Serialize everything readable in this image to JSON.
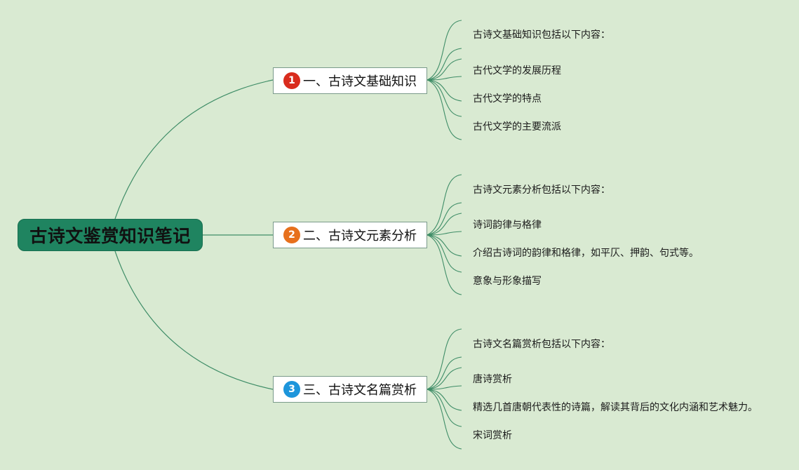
{
  "root": {
    "label": "古诗文鉴赏知识笔记"
  },
  "colors": {
    "background": "#d9ead2",
    "root_fill": "#1f8460",
    "line": "#3f8d67",
    "badge_red": "#d92c1d",
    "badge_orange": "#e7701c",
    "badge_blue": "#1d95db"
  },
  "branches": [
    {
      "badge": "1",
      "badge_color": "#d92c1d",
      "label": "一、古诗文基础知识",
      "leaves": [
        "古诗文基础知识包括以下内容：",
        "古代文学的发展历程",
        "古代文学的特点",
        "古代文学的主要流派"
      ]
    },
    {
      "badge": "2",
      "badge_color": "#e7701c",
      "label": "二、古诗文元素分析",
      "leaves": [
        "古诗文元素分析包括以下内容：",
        "诗词韵律与格律",
        "介绍古诗词的韵律和格律，如平仄、押韵、句式等。",
        "意象与形象描写"
      ]
    },
    {
      "badge": "3",
      "badge_color": "#1d95db",
      "label": "三、古诗文名篇赏析",
      "leaves": [
        "古诗文名篇赏析包括以下内容：",
        "唐诗赏析",
        "精选几首唐朝代表性的诗篇，解读其背后的文化内涵和艺术魅力。",
        "宋词赏析"
      ]
    }
  ]
}
